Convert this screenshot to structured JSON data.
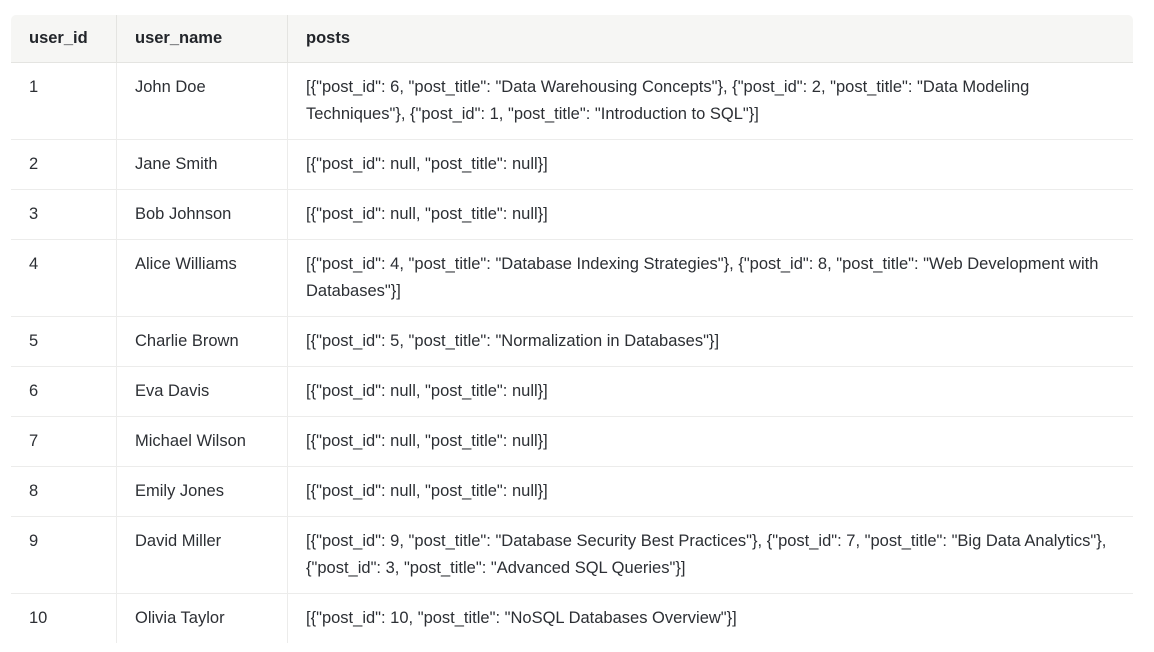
{
  "table": {
    "name": "query-result-table",
    "columns": [
      {
        "key": "user_id",
        "label": "user_id"
      },
      {
        "key": "user_name",
        "label": "user_name"
      },
      {
        "key": "posts",
        "label": "posts"
      }
    ],
    "rows": [
      {
        "user_id": "1",
        "user_name": "John Doe",
        "posts": "[{\"post_id\": 6, \"post_title\": \"Data Warehousing Concepts\"}, {\"post_id\": 2, \"post_title\": \"Data Modeling Techniques\"}, {\"post_id\": 1, \"post_title\": \"Introduction to SQL\"}]"
      },
      {
        "user_id": "2",
        "user_name": "Jane Smith",
        "posts": "[{\"post_id\": null, \"post_title\": null}]"
      },
      {
        "user_id": "3",
        "user_name": "Bob Johnson",
        "posts": "[{\"post_id\": null, \"post_title\": null}]"
      },
      {
        "user_id": "4",
        "user_name": "Alice Williams",
        "posts": "[{\"post_id\": 4, \"post_title\": \"Database Indexing Strategies\"}, {\"post_id\": 8, \"post_title\": \"Web Development with Databases\"}]"
      },
      {
        "user_id": "5",
        "user_name": "Charlie Brown",
        "posts": "[{\"post_id\": 5, \"post_title\": \"Normalization in Databases\"}]"
      },
      {
        "user_id": "6",
        "user_name": "Eva Davis",
        "posts": "[{\"post_id\": null, \"post_title\": null}]"
      },
      {
        "user_id": "7",
        "user_name": "Michael Wilson",
        "posts": "[{\"post_id\": null, \"post_title\": null}]"
      },
      {
        "user_id": "8",
        "user_name": "Emily Jones",
        "posts": "[{\"post_id\": null, \"post_title\": null}]"
      },
      {
        "user_id": "9",
        "user_name": "David Miller",
        "posts": "[{\"post_id\": 9, \"post_title\": \"Database Security Best Practices\"}, {\"post_id\": 7, \"post_title\": \"Big Data Analytics\"}, {\"post_id\": 3, \"post_title\": \"Advanced SQL Queries\"}]"
      },
      {
        "user_id": "10",
        "user_name": "Olivia Taylor",
        "posts": "[{\"post_id\": 10, \"post_title\": \"NoSQL Databases Overview\"}]"
      }
    ]
  },
  "colors": {
    "page_background": "#ffffff",
    "header_background": "#f6f6f4",
    "header_text": "#22252a",
    "body_text": "#2c2f34",
    "outer_border": "#e4e4e1",
    "inner_border": "#ececeb"
  }
}
